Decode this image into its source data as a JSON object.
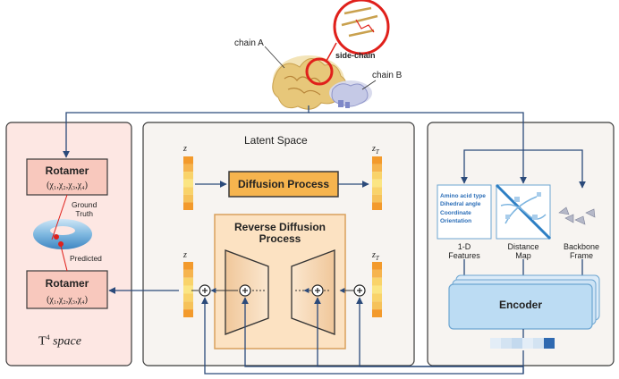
{
  "top": {
    "chain_a": "chain A",
    "chain_b": "chain B",
    "side_chain": "side-chain"
  },
  "left_panel": {
    "rotamer_top_title": "Rotamer",
    "rotamer_top_chis": "(χ₁,χ₂,χ₃,χ₄)",
    "ground_truth": "Ground\nTruth",
    "predicted": "Predicted",
    "rotamer_bottom_title": "Rotamer",
    "rotamer_bottom_chis": "(χ₁,χ₂,χ₃,χ₄)",
    "space_label_t": "T",
    "space_label_sup": "4",
    "space_label_word": "space"
  },
  "middle_panel": {
    "title": "Latent Space",
    "z_top": "z",
    "zT_top": "z",
    "zT_top_sub": "T",
    "diffusion": "Diffusion Process",
    "reverse": "Reverse Diffusion\nProcess",
    "z_bottom": "z",
    "zT_bottom": "z",
    "zT_bottom_sub": "T"
  },
  "right_panel": {
    "features_text": "Amino acid type\nDihedral angle\nCoordinate\nOrientation",
    "features_label": "1-D\nFeatures",
    "distance_label": "Distance\nMap",
    "backbone_label": "Backbone\nFrame",
    "encoder": "Encoder"
  },
  "colors": {
    "panel_left_fill": "#fde7e3",
    "panel_fill": "#f7f4f1",
    "panel_stroke": "#3a3a3a",
    "rotamer_fill": "#f8c8bd",
    "diffusion_fill": "#f6b44e",
    "reverse_fill": "#fce2c2",
    "reverse_stroke": "#d9a05c",
    "encoder_fill": "#bcdcf3",
    "encoder_stroke": "#6ea6d1",
    "arrow": "#2b4a7a",
    "red": "#e0201b"
  }
}
